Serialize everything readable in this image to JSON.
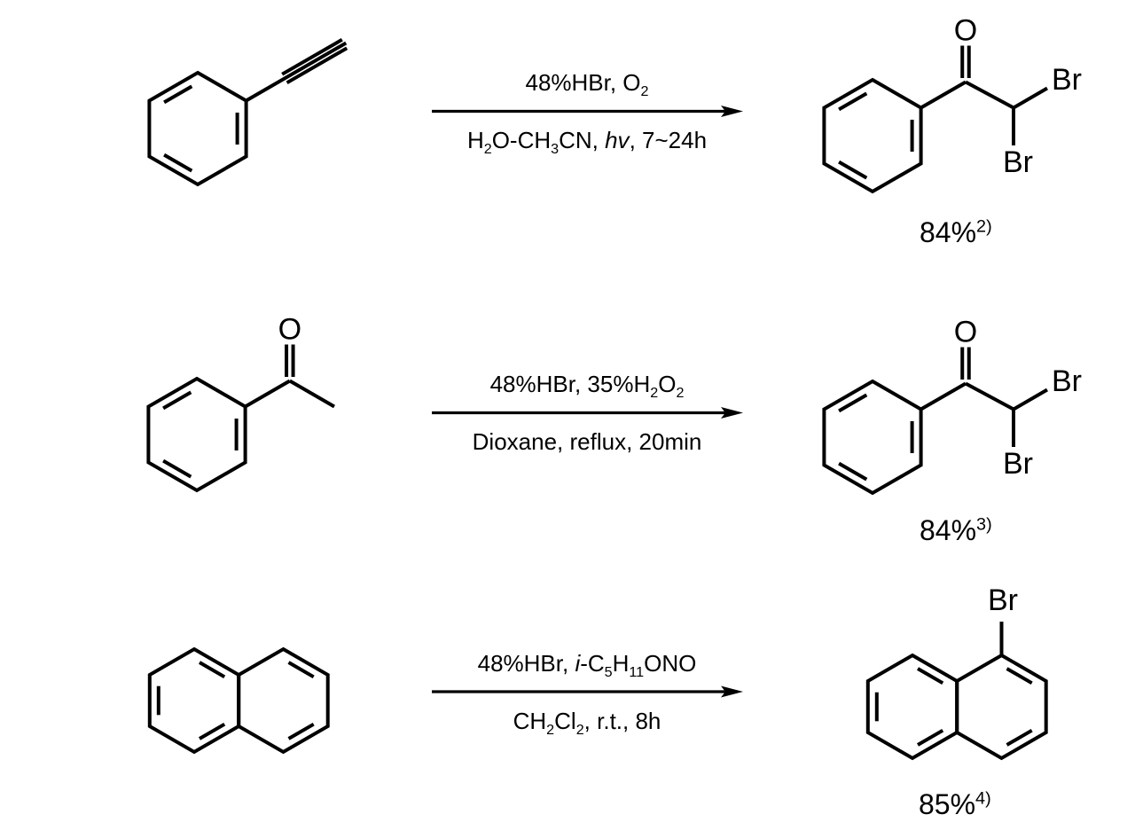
{
  "colors": {
    "ink": "#000000",
    "background": "#ffffff"
  },
  "reactions": [
    {
      "conditions_above_html": "48%HBr, O<sub>2</sub>",
      "conditions_below_html": "H<sub>2</sub>O-CH<sub>3</sub>CN, <i>hv</i>, 7~24h",
      "product_labels": {
        "carbonyl_oxygen": "O",
        "bromine_upper": "Br",
        "bromine_lower": "Br"
      },
      "yield_value": "84%",
      "yield_reference": "2)"
    },
    {
      "reactant_labels": {
        "carbonyl_oxygen": "O"
      },
      "conditions_above_html": "48%HBr, 35%H<sub>2</sub>O<sub>2</sub>",
      "conditions_below_html": "Dioxane, reflux, 20min",
      "product_labels": {
        "carbonyl_oxygen": "O",
        "bromine_upper": "Br",
        "bromine_lower": "Br"
      },
      "yield_value": "84%",
      "yield_reference": "3)"
    },
    {
      "conditions_above_html": "48%HBr, <i>i</i>-C<sub>5</sub>H<sub>11</sub>ONO",
      "conditions_below_html": "CH<sub>2</sub>Cl<sub>2</sub>, r.t., 8h",
      "product_labels": {
        "bromine": "Br"
      },
      "yield_value": "85%",
      "yield_reference": "4)"
    }
  ]
}
